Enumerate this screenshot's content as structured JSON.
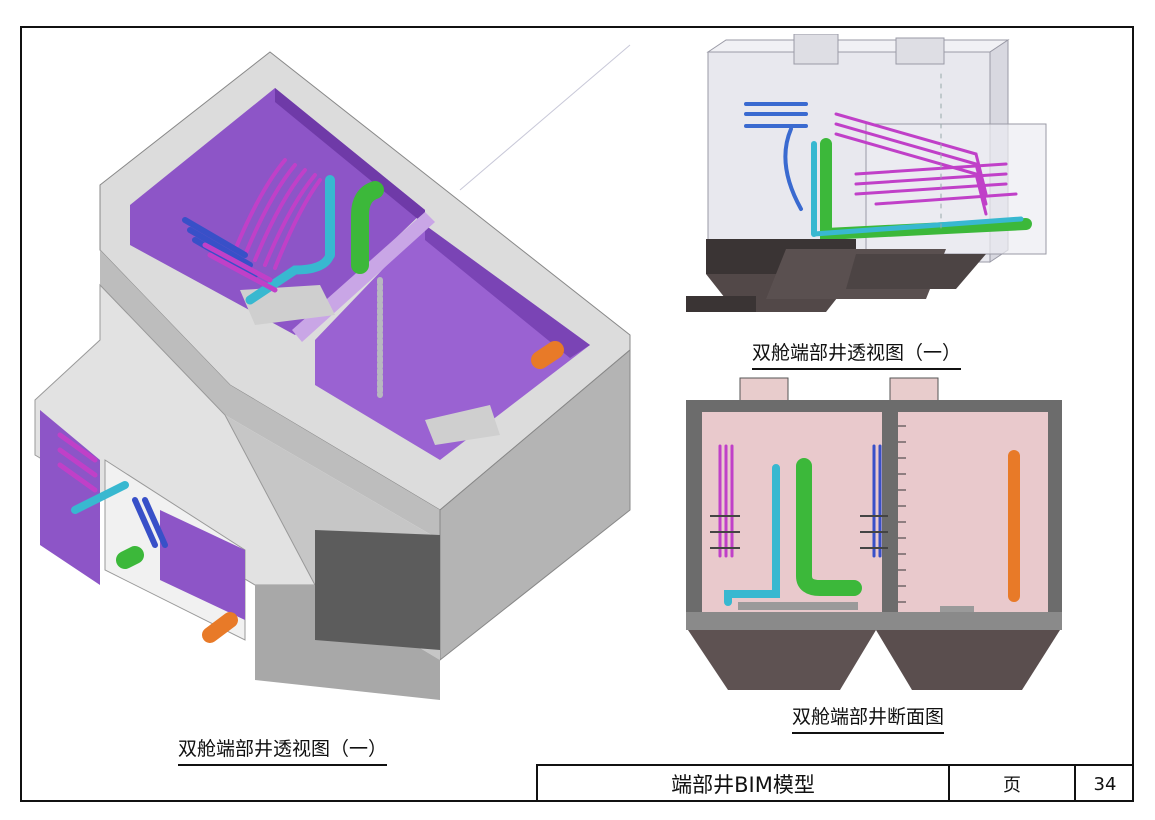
{
  "sheet": {
    "captions": {
      "left_perspective": "双舱端部井透视图（一）",
      "top_right_perspective": "双舱端部井透视图（一）",
      "section": "双舱端部井断面图"
    },
    "title_block": {
      "title": "端部井BIM模型",
      "page_label": "页",
      "page_number": "34"
    }
  },
  "colors": {
    "concrete": "#d7d7d7",
    "purple_wall": "#8a4fc4",
    "pink_wall": "#e8c9cc",
    "pipe_green": "#3cb83a",
    "pipe_cyan": "#38b8d0",
    "pipe_magenta": "#c040c8",
    "pipe_blue": "#3850c8",
    "pipe_orange": "#e87a28",
    "base_dark": "#4a4040"
  }
}
